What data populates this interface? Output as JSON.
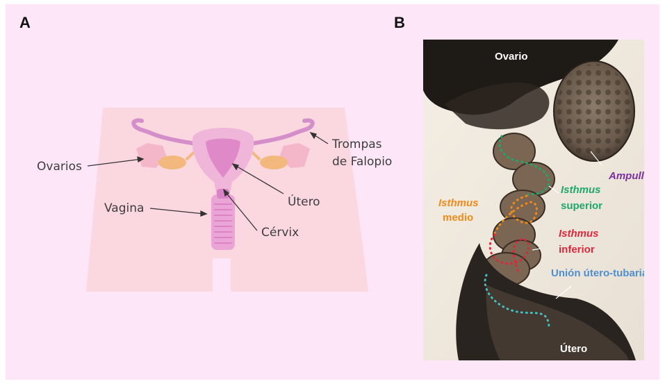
{
  "panel_a": {
    "letter": "A",
    "labels": {
      "ovarios": "Ovarios",
      "trompas_1": "Trompas",
      "trompas_2": "de Falopio",
      "utero": "Útero",
      "vagina": "Vagina",
      "cervix": "Cérvix"
    }
  },
  "panel_b": {
    "letter": "B",
    "labels": {
      "ovario": "Ovario",
      "ampulla": "Ampulla",
      "isthmus_superior_1": "Isthmus",
      "isthmus_superior_2": "superior",
      "isthmus_medio_1": "Isthmus",
      "isthmus_medio_2": "medio",
      "isthmus_inferior_1": "Isthmus",
      "isthmus_inferior_2": "inferior",
      "union": "Unión útero-tubaria",
      "utero": "Útero"
    }
  },
  "colors": {
    "background": "#fde6f8",
    "body": "#fbd7df",
    "uterus": "#e89fd0",
    "ovary": "#f3b87d",
    "ampulla": "#7b2fa3",
    "isthmus_superior": "#1ea86a",
    "isthmus_medio": "#f08a1c",
    "isthmus_inferior": "#e0263a",
    "union": "#4f8fd0"
  }
}
